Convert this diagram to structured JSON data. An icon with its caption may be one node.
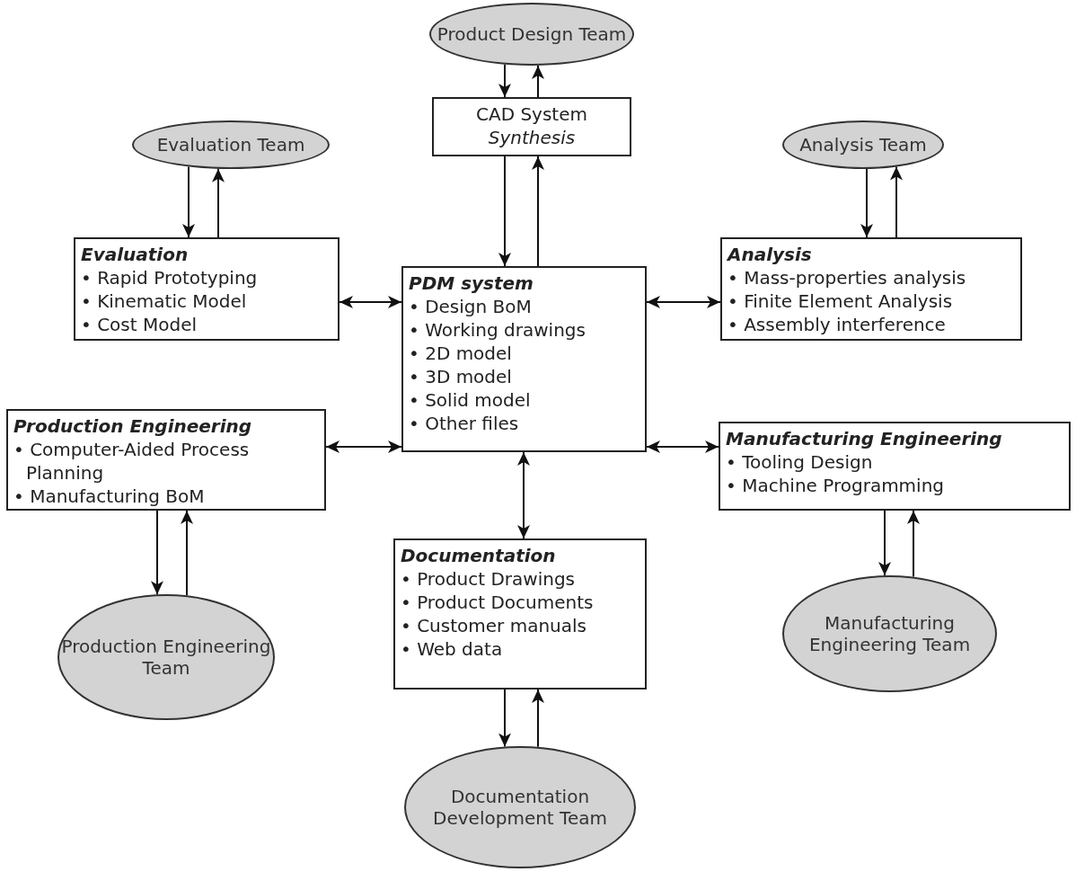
{
  "diagram": {
    "nodes": [
      {
        "text": [
          "Product Design Team"
        ]
      },
      {
        "text": [
          "CAD System",
          "Synthesis"
        ]
      },
      {
        "text": [
          "Evaluation Team"
        ]
      },
      {
        "text": [
          "Analysis Team"
        ]
      },
      {
        "text": [
          "Evaluation",
          "• Rapid Prototyping",
          "• Kinematic Model",
          "• Cost Model"
        ]
      },
      {
        "text": [
          "PDM system",
          "• Design BoM",
          "• Working drawings",
          "• 2D model",
          "• 3D model",
          "• Solid model",
          "• Other files"
        ]
      },
      {
        "text": [
          "Analysis",
          "• Mass-properties analysis",
          "• Finite Element Analysis",
          "• Assembly interference"
        ]
      },
      {
        "text": [
          "Production Engineering",
          "• Computer-Aided Process Planning",
          "• Manufacturing BoM"
        ]
      },
      {
        "text": [
          "Manufacturing Engineering",
          "• Tooling Design",
          "• Machine Programming"
        ]
      },
      {
        "text": [
          "Documentation",
          "• Product Drawings",
          "• Product Documents",
          "• Customer manuals",
          "• Web data"
        ]
      },
      {
        "text": [
          "Production Engineering Team"
        ]
      },
      {
        "text": [
          "Manufacturing Engineering Team"
        ]
      },
      {
        "text": [
          "Documentation Development Team"
        ]
      }
    ],
    "edges": [
      {
        "from": 0,
        "to": 1,
        "arrow": "to"
      },
      {
        "from": 1,
        "to": 0,
        "arrow": "to"
      },
      {
        "from": 1,
        "to": 5,
        "arrow": "to"
      },
      {
        "from": 5,
        "to": 1,
        "arrow": "to"
      },
      {
        "from": 2,
        "to": 4,
        "arrow": "to"
      },
      {
        "from": 4,
        "to": 2,
        "arrow": "to"
      },
      {
        "from": 3,
        "to": 6,
        "arrow": "to"
      },
      {
        "from": 6,
        "to": 3,
        "arrow": "to"
      },
      {
        "from": 4,
        "to": 5,
        "arrow": "both"
      },
      {
        "from": 5,
        "to": 6,
        "arrow": "both"
      },
      {
        "from": 7,
        "to": 5,
        "arrow": "both"
      },
      {
        "from": 5,
        "to": 8,
        "arrow": "both"
      },
      {
        "from": 5,
        "to": 9,
        "arrow": "both"
      },
      {
        "from": 7,
        "to": 10,
        "arrow": "to"
      },
      {
        "from": 10,
        "to": 7,
        "arrow": "to"
      },
      {
        "from": 8,
        "to": 11,
        "arrow": "to"
      },
      {
        "from": 11,
        "to": 8,
        "arrow": "to"
      },
      {
        "from": 9,
        "to": 12,
        "arrow": "to"
      },
      {
        "from": 12,
        "to": 9,
        "arrow": "to"
      }
    ]
  }
}
